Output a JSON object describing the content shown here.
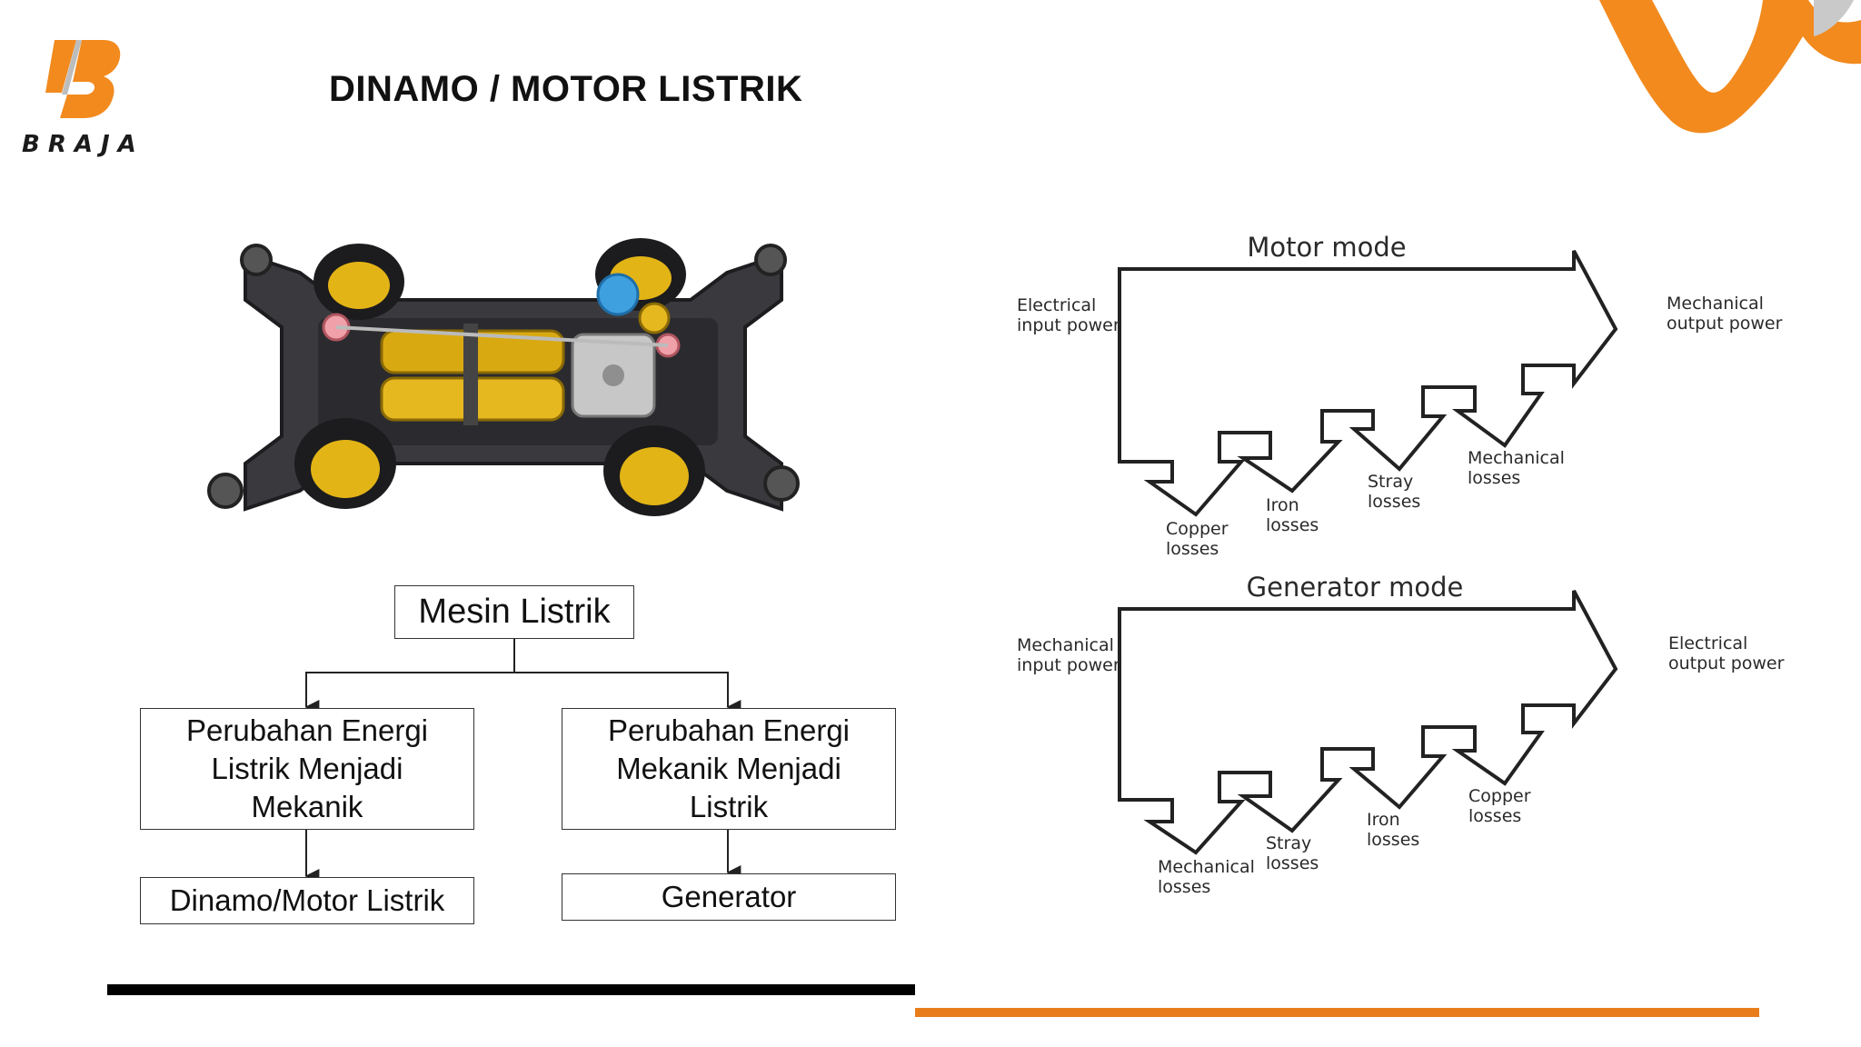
{
  "brand": {
    "name": "BRAJA",
    "logo_icon": "braja-logo-icon",
    "accent_color": "#f28a1e",
    "secondary_color": "#c9c9c9"
  },
  "slide": {
    "title": "DINAMO / MOTOR LISTRIK"
  },
  "photo": {
    "subject": "mini-4wd-chassis-with-motor-icon"
  },
  "hierarchy": {
    "root": "Mesin Listrik",
    "left": {
      "label": "Perubahan Energi\nListrik Menjadi\nMekanik",
      "child": "Dinamo/Motor Listrik"
    },
    "right": {
      "label": "Perubahan Energi\nMekanik Menjadi\nListrik",
      "child": "Generator"
    }
  },
  "motor_mode": {
    "title": "Motor mode",
    "input": [
      "Electrical",
      "input power"
    ],
    "output": [
      "Mechanical",
      "output power"
    ],
    "losses": [
      [
        "Copper",
        "losses"
      ],
      [
        "Iron",
        "losses"
      ],
      [
        "Stray",
        "losses"
      ],
      [
        "Mechanical",
        "losses"
      ]
    ]
  },
  "generator_mode": {
    "title": "Generator mode",
    "input": [
      "Mechanical",
      "input power"
    ],
    "output": [
      "Electrical",
      "output power"
    ],
    "losses": [
      [
        "Mechanical",
        "losses"
      ],
      [
        "Stray",
        "losses"
      ],
      [
        "Iron",
        "losses"
      ],
      [
        "Copper",
        "losses"
      ]
    ]
  },
  "decor": {
    "black_bar_color": "#000000",
    "orange_bar_color": "#e87d1a"
  }
}
